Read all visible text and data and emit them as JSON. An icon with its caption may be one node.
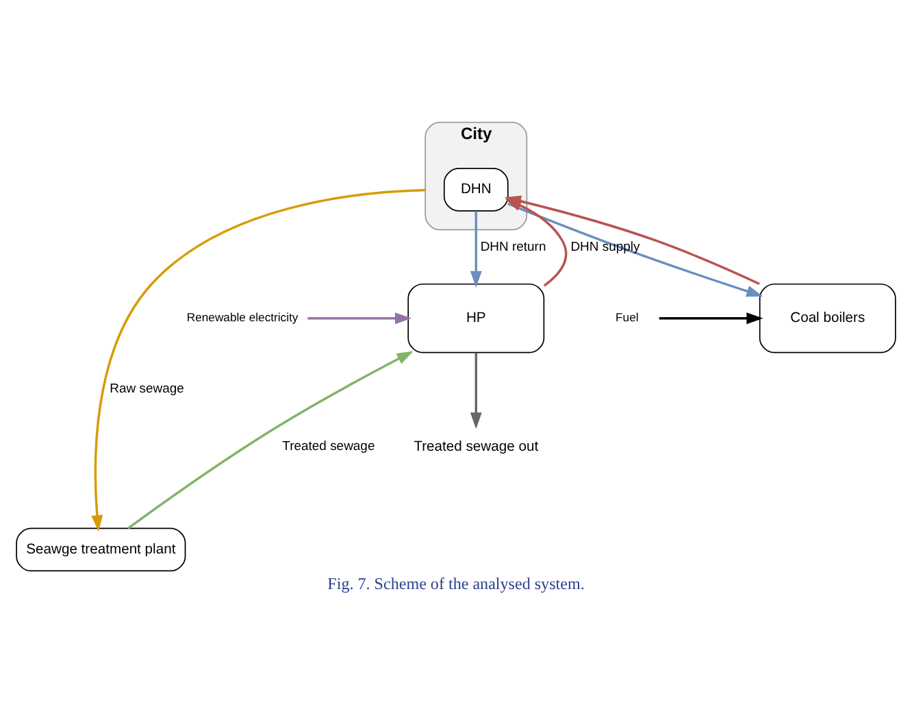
{
  "diagram": {
    "caption": "Fig. 7. Scheme of the analysed system.",
    "nodes": [
      {
        "text": [
          "City"
        ]
      },
      {
        "text": [
          "DHN"
        ],
        "in": 0
      },
      {
        "text": [
          "HP"
        ]
      },
      {
        "text": [
          "Coal boilers"
        ]
      },
      {
        "text": [
          "Seawge treatment plant"
        ]
      },
      {
        "text": [
          "Renewable electricity"
        ]
      },
      {
        "text": [
          "Fuel"
        ]
      },
      {
        "text": [
          "Treated sewage out"
        ]
      }
    ],
    "edges": [
      {
        "from": 1,
        "to": 2,
        "arrow": "to",
        "label": "DHN return",
        "color": "#6c8ebf"
      },
      {
        "from": 1,
        "to": 3,
        "arrow": "to",
        "color": "#6c8ebf"
      },
      {
        "from": 2,
        "to": 1,
        "arrow": "to",
        "label": "DHN supply",
        "color": "#b85450"
      },
      {
        "from": 3,
        "to": 1,
        "arrow": "to",
        "color": "#b85450"
      },
      {
        "from": 5,
        "to": 2,
        "arrow": "to",
        "color": "#9673a6"
      },
      {
        "from": 6,
        "to": 3,
        "arrow": "to",
        "color": "#000000"
      },
      {
        "from": 2,
        "to": 7,
        "arrow": "to",
        "color": "#666666"
      },
      {
        "from": 0,
        "to": 4,
        "arrow": "to",
        "label": "Raw sewage",
        "color": "#d79b00"
      },
      {
        "from": 4,
        "to": 2,
        "arrow": "to",
        "label": "Treated sewage",
        "color": "#82b366"
      }
    ]
  }
}
